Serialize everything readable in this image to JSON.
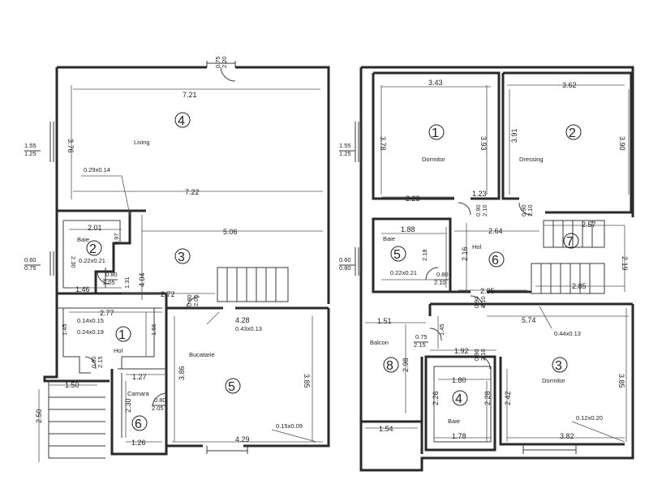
{
  "ground_floor": {
    "rooms": [
      {
        "number": "4",
        "name": "Living"
      },
      {
        "number": "2",
        "name": "Baie"
      },
      {
        "number": "3",
        "name": ""
      },
      {
        "number": "1",
        "name": "Hol"
      },
      {
        "number": "6",
        "name": "Camara"
      },
      {
        "number": "5",
        "name": "Bucatarie"
      }
    ],
    "dimensions": [
      "7.21",
      "3.76",
      "7.22",
      "0.29x0.14",
      "2.01",
      "0.97",
      "2.30",
      "0.22x0.21",
      "1.31",
      "1.46",
      "5.06",
      "4.04",
      "2.72",
      "2.77",
      "1.45",
      "0.14x0.15",
      "0.24x0.19",
      "1.56",
      "1.27",
      "1.50",
      "2.30",
      "1.26",
      "3.86",
      "4.28",
      "0.43x0.13",
      "3.85",
      "4.29",
      "0.15x0.09",
      "2.50"
    ],
    "openings": [
      {
        "w": "0.75",
        "h": "2.20"
      },
      {
        "w": "1.55",
        "h": "1.25"
      },
      {
        "w": "0.60",
        "h": "0.75"
      },
      {
        "w": "0.80",
        "h": "2.05"
      },
      {
        "w": "0.80",
        "h": "2.05"
      },
      {
        "w": "0.90",
        "h": "2.15"
      },
      {
        "w": "0.80",
        "h": "2.05"
      }
    ]
  },
  "upper_floor": {
    "rooms": [
      {
        "number": "1",
        "name": "Dormitor"
      },
      {
        "number": "2",
        "name": "Dressing"
      },
      {
        "number": "5",
        "name": "Baie"
      },
      {
        "number": "6",
        "name": "Hol"
      },
      {
        "number": "7",
        "name": ""
      },
      {
        "number": "8",
        "name": "Balcon"
      },
      {
        "number": "4",
        "name": "Baie"
      },
      {
        "number": "3",
        "name": "Dormitor"
      }
    ],
    "dimensions": [
      "3.43",
      "3.78",
      "3.93",
      "2.23",
      "1.23",
      "3.62",
      "3.91",
      "3.90",
      "1.88",
      "2.18",
      "0.22x0.21",
      "2.64",
      "2.16",
      "2.35",
      "2.57",
      "2.19",
      "2.85",
      "1.51",
      "1.45",
      "5.74",
      "0.44x0.13",
      "1.92",
      "2.98",
      "1.80",
      "2.26",
      "2.28",
      "2.42",
      "1.78",
      "3.82",
      "3.85",
      "0.12x0.20",
      "1.54"
    ],
    "openings": [
      {
        "w": "1.55",
        "h": "1.25"
      },
      {
        "w": "0.60",
        "h": "0.80"
      },
      {
        "w": "0.90",
        "h": "2.10"
      },
      {
        "w": "0.90",
        "h": "2.10"
      },
      {
        "w": "0.80",
        "h": "2.10"
      },
      {
        "w": "0.90",
        "h": "2.10"
      },
      {
        "w": "0.75",
        "h": "2.15"
      },
      {
        "w": "0.90",
        "h": "2.10"
      }
    ]
  }
}
